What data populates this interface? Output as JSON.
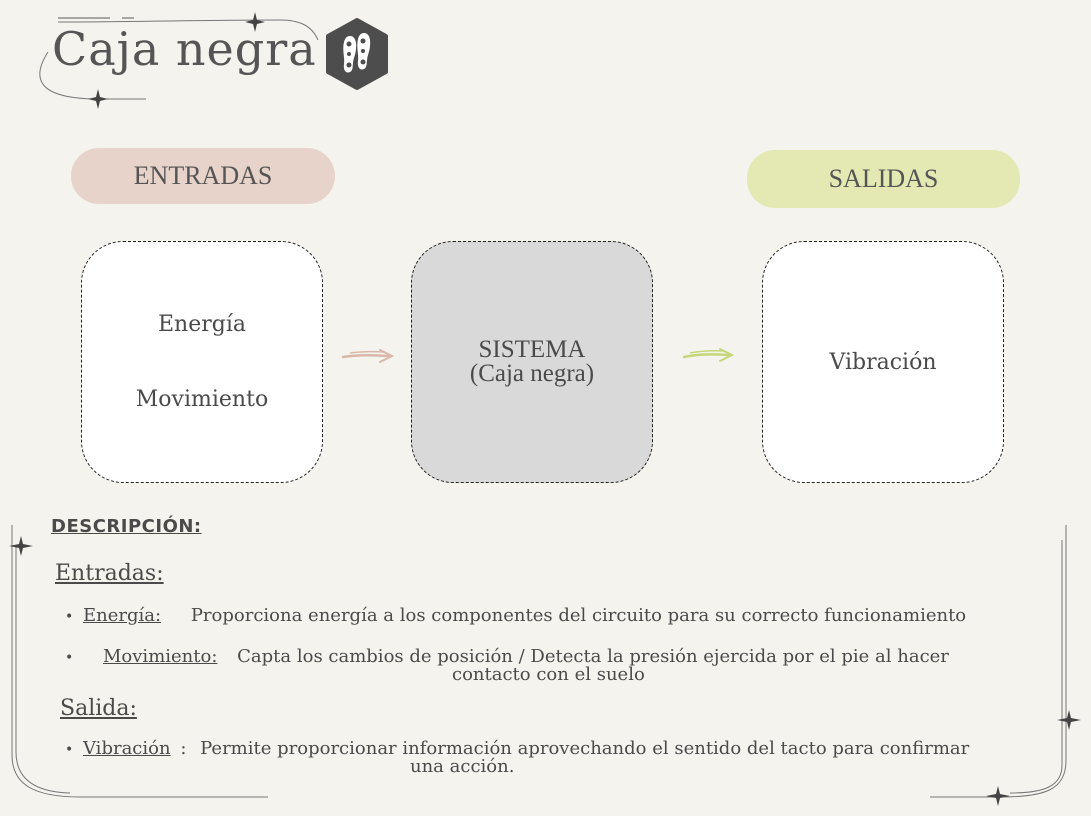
{
  "header": {
    "title": "Caja negra",
    "logo_icon": "footprints-icon"
  },
  "labels": {
    "inputs": "ENTRADAS",
    "outputs": "SALIDAS"
  },
  "boxes": {
    "inputs": [
      "Energía",
      "Movimiento"
    ],
    "system": [
      "SISTEMA",
      "(Caja negra)"
    ],
    "outputs": [
      "Vibración"
    ]
  },
  "description": {
    "heading": "DESCRIPCIÓN:",
    "inputs_heading": "Entradas:",
    "inputs": [
      {
        "term": "Energía:",
        "text": "Proporciona energía a los componentes del circuito para su correcto funcionamiento"
      },
      {
        "term": "Movimiento:",
        "text_line1": "Capta los cambios de posición / Detecta la presión ejercida por el pie al hacer",
        "text_line2": "contacto con el suelo"
      }
    ],
    "output_heading": "Salida:",
    "outputs": [
      {
        "term": "Vibración",
        "sep": ":",
        "text_line1": "Permite proporcionar información aprovechando el sentido del tacto para confirmar",
        "text_line2": "una acción."
      }
    ]
  },
  "colors": {
    "background": "#f4f3ee",
    "input_pill": "#e7d3c9",
    "output_pill": "#e4e9b3",
    "system_box": "#d9d9d9",
    "logo": "#4d4d4d",
    "arrow_in": "#d9b8aa",
    "arrow_out": "#c5d77a"
  }
}
